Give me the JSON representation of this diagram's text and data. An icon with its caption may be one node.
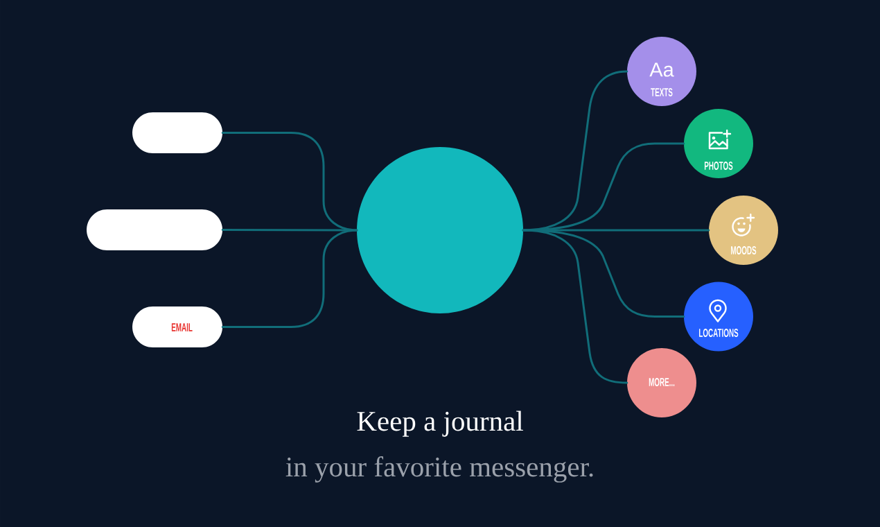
{
  "diagram": {
    "title": "Keep a journal",
    "caption": "in your favorite messenger.",
    "nodes": [
      {
        "text": [],
        "shape": "box"
      },
      {
        "text": [],
        "shape": "box"
      },
      {
        "text": [
          "EMAIL"
        ]
      },
      {
        "text": [],
        "shape": "circle"
      },
      {
        "text": [
          "Aa",
          "TEXTS"
        ]
      },
      {
        "text": [
          "PHOTOS"
        ]
      },
      {
        "text": [
          "MOODS"
        ]
      },
      {
        "text": [
          "LOCATIONS"
        ]
      },
      {
        "text": [
          "MORE..."
        ]
      }
    ],
    "edges": [
      {
        "from": 0,
        "to": 3,
        "arrow": "none"
      },
      {
        "from": 1,
        "to": 3,
        "arrow": "none"
      },
      {
        "from": 2,
        "to": 3,
        "arrow": "none"
      },
      {
        "from": 3,
        "to": 4,
        "arrow": "none"
      },
      {
        "from": 3,
        "to": 5,
        "arrow": "none"
      },
      {
        "from": 3,
        "to": 6,
        "arrow": "none"
      },
      {
        "from": 3,
        "to": 7,
        "arrow": "none"
      },
      {
        "from": 3,
        "to": 8,
        "arrow": "none"
      }
    ]
  }
}
